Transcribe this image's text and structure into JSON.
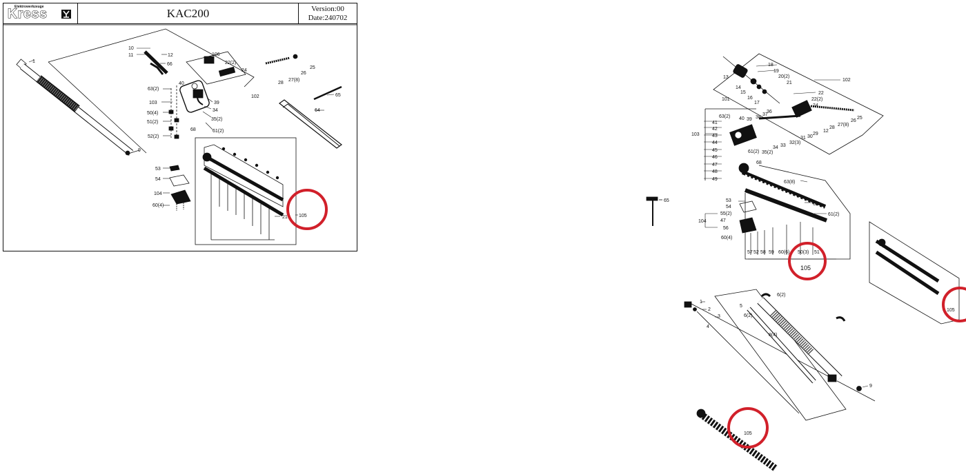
{
  "sheet": {
    "logo": {
      "tagline": "Elektrowerkzeuge",
      "wordmark": "Kress"
    },
    "model": "KAC200",
    "version": "Version:00",
    "date": "Date:240702"
  },
  "left_labels": [
    {
      "id": "l1",
      "t": "1"
    },
    {
      "id": "l9",
      "t": "9"
    },
    {
      "id": "l10",
      "t": "10"
    },
    {
      "id": "l11",
      "t": "11"
    },
    {
      "id": "l12",
      "t": "12"
    },
    {
      "id": "l66",
      "t": "66"
    },
    {
      "id": "l106",
      "t": "106"
    },
    {
      "id": "l22",
      "t": "22(2)"
    },
    {
      "id": "l24",
      "t": "24"
    },
    {
      "id": "l25",
      "t": "25"
    },
    {
      "id": "l26",
      "t": "26"
    },
    {
      "id": "l27",
      "t": "27(8)"
    },
    {
      "id": "l28",
      "t": "28"
    },
    {
      "id": "l102",
      "t": "102"
    },
    {
      "id": "l63",
      "t": "63(2)"
    },
    {
      "id": "l40",
      "t": "40"
    },
    {
      "id": "l103",
      "t": "103"
    },
    {
      "id": "l39",
      "t": "39"
    },
    {
      "id": "l34",
      "t": "34"
    },
    {
      "id": "l35",
      "t": "35(2)"
    },
    {
      "id": "l50",
      "t": "50(4)"
    },
    {
      "id": "l51",
      "t": "51(2)"
    },
    {
      "id": "l52",
      "t": "52(2)"
    },
    {
      "id": "l68",
      "t": "68"
    },
    {
      "id": "l61",
      "t": "61(2)"
    },
    {
      "id": "l65",
      "t": "65"
    },
    {
      "id": "l64",
      "t": "64"
    },
    {
      "id": "l53",
      "t": "53"
    },
    {
      "id": "l54",
      "t": "54"
    },
    {
      "id": "l104",
      "t": "104"
    },
    {
      "id": "l60",
      "t": "60(4)"
    },
    {
      "id": "l21",
      "t": "21"
    },
    {
      "id": "l105",
      "t": "105"
    }
  ],
  "right_labels": [
    {
      "id": "r13",
      "t": "13"
    },
    {
      "id": "r18",
      "t": "18"
    },
    {
      "id": "r19",
      "t": "19"
    },
    {
      "id": "r20",
      "t": "20(2)"
    },
    {
      "id": "r21",
      "t": "21"
    },
    {
      "id": "r102",
      "t": "102"
    },
    {
      "id": "r14",
      "t": "14"
    },
    {
      "id": "r15",
      "t": "15"
    },
    {
      "id": "r101",
      "t": "101"
    },
    {
      "id": "r16",
      "t": "16"
    },
    {
      "id": "r17",
      "t": "17"
    },
    {
      "id": "r22",
      "t": "22"
    },
    {
      "id": "r222",
      "t": "22(2)"
    },
    {
      "id": "r24",
      "t": "24"
    },
    {
      "id": "r25",
      "t": "25"
    },
    {
      "id": "r26",
      "t": "26"
    },
    {
      "id": "r27",
      "t": "27(8)"
    },
    {
      "id": "r28",
      "t": "28"
    },
    {
      "id": "r12",
      "t": "12"
    },
    {
      "id": "r29",
      "t": "29"
    },
    {
      "id": "r30",
      "t": "30"
    },
    {
      "id": "r31",
      "t": "31"
    },
    {
      "id": "r32",
      "t": "32(3)"
    },
    {
      "id": "r33",
      "t": "33"
    },
    {
      "id": "r34",
      "t": "34"
    },
    {
      "id": "r35",
      "t": "35(2)"
    },
    {
      "id": "r36",
      "t": "36"
    },
    {
      "id": "r37",
      "t": "37"
    },
    {
      "id": "r38",
      "t": "38"
    },
    {
      "id": "r39",
      "t": "39"
    },
    {
      "id": "r40",
      "t": "40"
    },
    {
      "id": "r63",
      "t": "63(2)"
    },
    {
      "id": "r41",
      "t": "41"
    },
    {
      "id": "r42",
      "t": "42"
    },
    {
      "id": "r43",
      "t": "43"
    },
    {
      "id": "r44",
      "t": "44"
    },
    {
      "id": "r45",
      "t": "45"
    },
    {
      "id": "r46",
      "t": "46"
    },
    {
      "id": "r47",
      "t": "47"
    },
    {
      "id": "r48",
      "t": "48"
    },
    {
      "id": "r49",
      "t": "49"
    },
    {
      "id": "r103",
      "t": "103"
    },
    {
      "id": "r61a",
      "t": "61(2)"
    },
    {
      "id": "r68",
      "t": "68"
    },
    {
      "id": "r638",
      "t": "63(8)"
    },
    {
      "id": "r62",
      "t": "62"
    },
    {
      "id": "r61b",
      "t": "61(2)"
    },
    {
      "id": "r53",
      "t": "53"
    },
    {
      "id": "r54",
      "t": "54"
    },
    {
      "id": "r55",
      "t": "55(2)"
    },
    {
      "id": "r47b",
      "t": "47"
    },
    {
      "id": "r56",
      "t": "56"
    },
    {
      "id": "r104",
      "t": "104"
    },
    {
      "id": "r60",
      "t": "60(4)"
    },
    {
      "id": "r57",
      "t": "57"
    },
    {
      "id": "r52",
      "t": "52"
    },
    {
      "id": "r58",
      "t": "58"
    },
    {
      "id": "r59",
      "t": "59"
    },
    {
      "id": "r606",
      "t": "60(6)"
    },
    {
      "id": "r50",
      "t": "50(3)"
    },
    {
      "id": "r51",
      "t": "51"
    },
    {
      "id": "r105a",
      "t": "105"
    },
    {
      "id": "r65",
      "t": "65"
    },
    {
      "id": "r105b",
      "t": "105"
    },
    {
      "id": "r1",
      "t": "1"
    },
    {
      "id": "r2",
      "t": "2"
    },
    {
      "id": "r3",
      "t": "3"
    },
    {
      "id": "r4",
      "t": "4"
    },
    {
      "id": "r5",
      "t": "5"
    },
    {
      "id": "r62b",
      "t": "6(2)"
    },
    {
      "id": "r62c",
      "t": "6(2)"
    },
    {
      "id": "r84",
      "t": "8(4)"
    },
    {
      "id": "r9",
      "t": "9"
    },
    {
      "id": "r105c",
      "t": "105"
    }
  ],
  "colors": {
    "highlight": "#d1202a",
    "ink": "#111111"
  }
}
